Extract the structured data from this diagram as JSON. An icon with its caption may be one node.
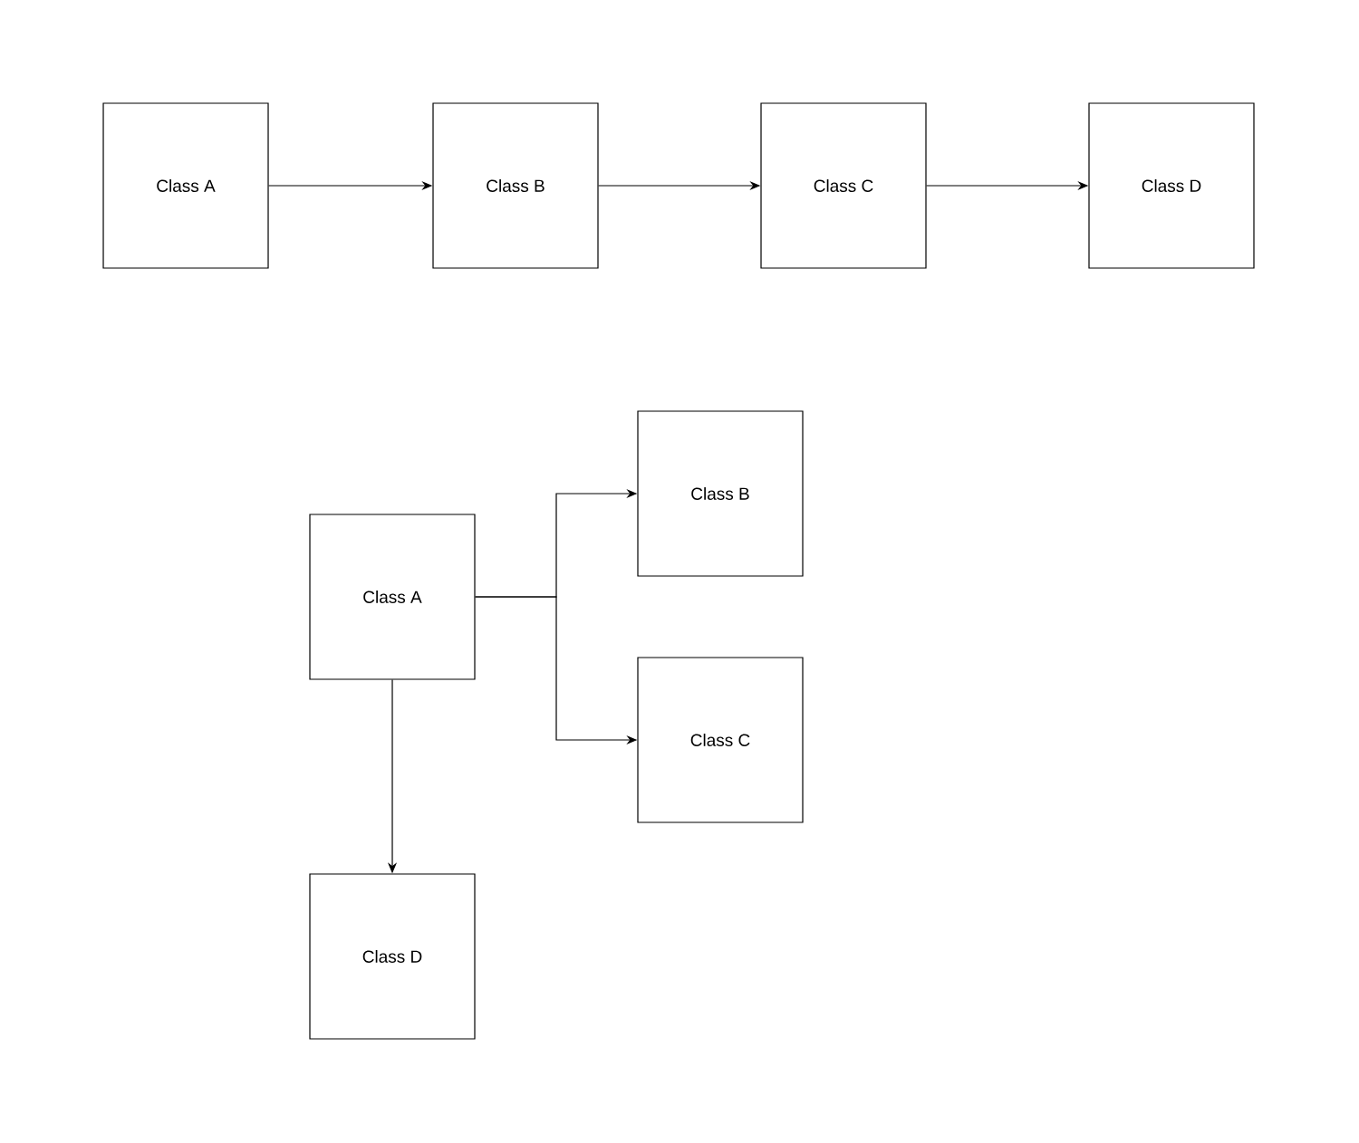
{
  "diagram": {
    "nodes": [
      {
        "text": [
          "Class A"
        ]
      },
      {
        "text": [
          "Class B"
        ]
      },
      {
        "text": [
          "Class C"
        ]
      },
      {
        "text": [
          "Class D"
        ]
      },
      {
        "text": [
          "Class A"
        ]
      },
      {
        "text": [
          "Class B"
        ]
      },
      {
        "text": [
          "Class C"
        ]
      },
      {
        "text": [
          "Class D"
        ]
      }
    ],
    "edges": [
      {
        "from": 0,
        "to": 1,
        "arrow": "to"
      },
      {
        "from": 1,
        "to": 2,
        "arrow": "to"
      },
      {
        "from": 2,
        "to": 3,
        "arrow": "to"
      },
      {
        "from": 4,
        "to": 5,
        "arrow": "to"
      },
      {
        "from": 4,
        "to": 6,
        "arrow": "to"
      },
      {
        "from": 4,
        "to": 7,
        "arrow": "to"
      }
    ]
  }
}
